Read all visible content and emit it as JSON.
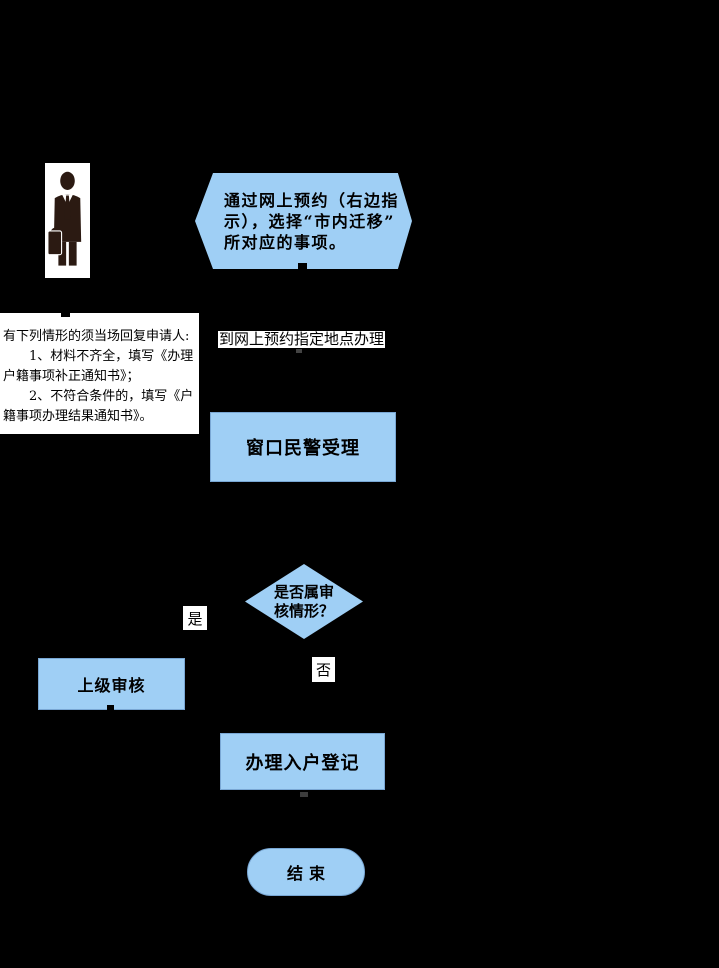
{
  "flowchart": {
    "hexagon": {
      "lines": [
        "通过网上预约（右边指",
        "示），选择“市内迁移”",
        "所对应的事项。"
      ]
    },
    "note": {
      "lines": [
        "有下列情形的须当场回复申请人:",
        "　　1、材料不齐全，填写《办理",
        "户籍事项补正通知书》；",
        "　　2、不符合条件的，填写《户",
        "籍事项办理结果通知书》。"
      ]
    },
    "online_label": "到网上预约指定地点办理",
    "window_accept": "窗口民警受理",
    "decision": {
      "lines": [
        "是否属审",
        "核情形？"
      ]
    },
    "yes_label": "是",
    "no_label": "否",
    "superior_review": "上级审核",
    "register": "办理入户登记",
    "end": "结束"
  },
  "colors": {
    "background": "#000000",
    "shape_fill": "#9FCFF5",
    "shape_border": "#79A7D4",
    "note_background": "#FFFFFF",
    "text": "#000000",
    "figure_silhouette": "#2B1A12"
  }
}
